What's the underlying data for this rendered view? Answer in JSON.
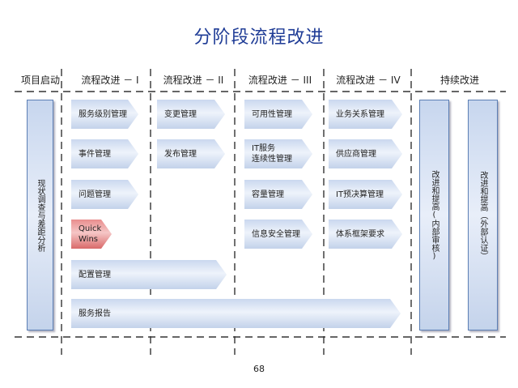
{
  "title": "分阶段流程改进",
  "phases": [
    "项目启动",
    "流程改进 － I",
    "流程改进 － II",
    "流程改进 － III",
    "流程改进 － IV",
    "持续改进"
  ],
  "start_box": "现状调查与差距分析",
  "phase1_items": [
    "服务级别管理",
    "事件管理",
    "问题管理"
  ],
  "quick_wins": "Quick\nWins",
  "phase2_items": [
    "变更管理",
    "发布管理"
  ],
  "phase3_items": [
    "可用性管理",
    "IT服务\n连续性管理",
    "容量管理",
    "信息安全管理"
  ],
  "phase4_items": [
    "业务关系管理",
    "供应商管理",
    "IT预决算管理",
    "体系框架要求"
  ],
  "config_mgmt": "配置管理",
  "service_report": "服务报告",
  "continuous_boxes": [
    "改进和提高(内部审核)",
    "改进和提高（外部认证）"
  ],
  "page_number": "68",
  "colors": {
    "title": "#1f3c96",
    "box_border": "#5c7fb5",
    "quick_wins": "#e07b7b"
  }
}
